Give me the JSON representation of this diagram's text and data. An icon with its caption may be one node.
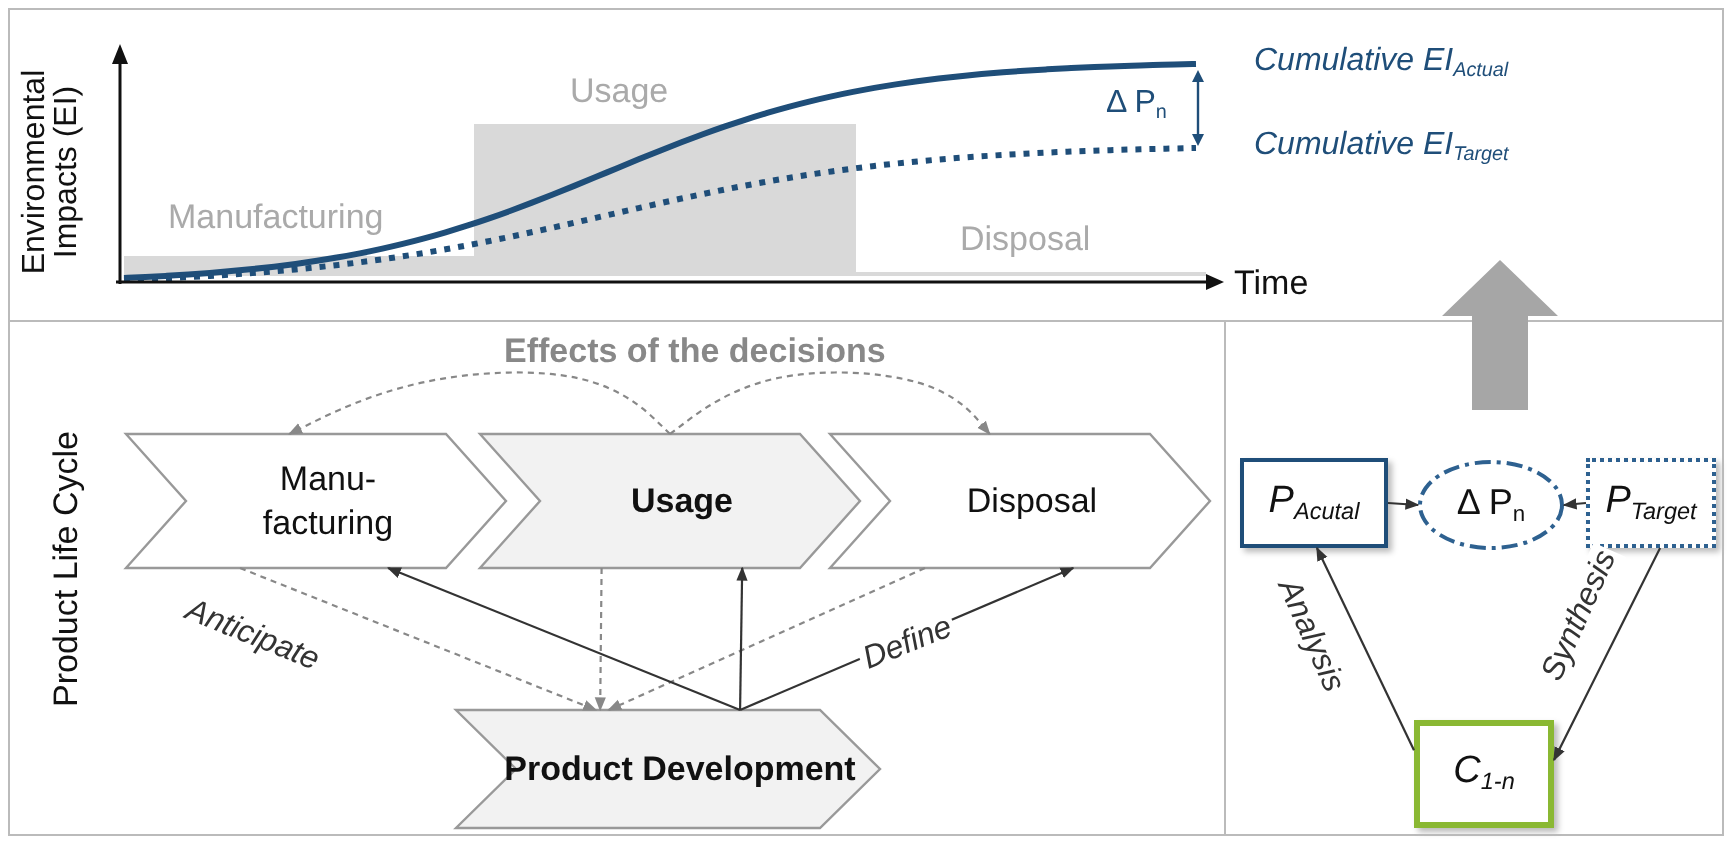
{
  "diagram": {
    "nodes": [
      {
        "text": [
          "Manu- facturing"
        ]
      },
      {
        "text": [
          "Usage"
        ]
      },
      {
        "text": [
          "Disposal"
        ]
      },
      {
        "text": [
          "Product Development"
        ]
      },
      {
        "text": [
          "P$_{Acutal}$"
        ]
      },
      {
        "text": [
          "Δ P$_{n}$"
        ]
      },
      {
        "text": [
          "P$_{Target}$"
        ]
      },
      {
        "text": [
          "C$_{1-n}$"
        ]
      }
    ],
    "edges": [
      {
        "from": 1,
        "to": 0,
        "arrow": "to",
        "style": "dashed",
        "color": "#888888"
      },
      {
        "from": 1,
        "to": 2,
        "arrow": "to",
        "style": "dashed",
        "color": "#888888"
      },
      {
        "from": 0,
        "to": 3,
        "arrow": "to",
        "label": "Anticipate",
        "style": "dashed",
        "color": "#888888"
      },
      {
        "from": 1,
        "to": 3,
        "arrow": "to",
        "style": "dashed",
        "color": "#888888"
      },
      {
        "from": 2,
        "to": 3,
        "arrow": "to",
        "style": "dashed",
        "color": "#888888"
      },
      {
        "from": 3,
        "to": 0,
        "arrow": "to"
      },
      {
        "from": 3,
        "to": 1,
        "arrow": "to"
      },
      {
        "from": 3,
        "to": 2,
        "arrow": "to",
        "label": "Define"
      },
      {
        "from": 4,
        "to": 5,
        "arrow": "to"
      },
      {
        "from": 6,
        "to": 5,
        "arrow": "to"
      },
      {
        "from": 7,
        "to": 4,
        "arrow": "to",
        "label": "Analysis"
      },
      {
        "from": 6,
        "to": 7,
        "arrow": "to",
        "label": "Synthesis"
      }
    ],
    "labels": [
      "Environmental Impacts (EI)",
      "Usage",
      "Cumulative EI$_{Actual}$",
      "Δ P$_{n}$",
      "Cumulative EI$_{Target}$",
      "Manufacturing",
      "Disposal",
      "Time",
      "Effects of the decisions",
      "Product Life Cycle"
    ]
  }
}
